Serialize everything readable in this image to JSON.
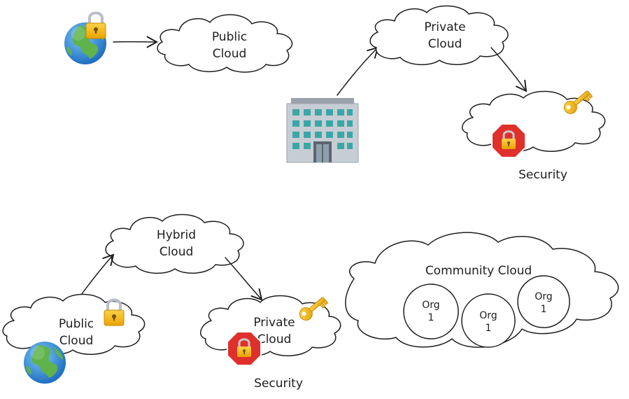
{
  "diagram": {
    "top_left": {
      "cloud_label_line1": "Public",
      "cloud_label_line2": "Cloud"
    },
    "top_right": {
      "cloud_label_line1": "Private",
      "cloud_label_line2": "Cloud",
      "security_label": "Security"
    },
    "bottom_left": {
      "hybrid_label_line1": "Hybrid",
      "hybrid_label_line2": "Cloud",
      "public_label_line1": "Public",
      "public_label_line2": "Cloud",
      "private_label_line1": "Private",
      "private_label_line2": "Cloud",
      "security_label": "Security"
    },
    "bottom_right": {
      "community_label": "Community Cloud",
      "orgs": [
        {
          "line1": "Org",
          "line2": "1"
        },
        {
          "line1": "Org",
          "line2": "1"
        },
        {
          "line1": "Org",
          "line2": "1"
        }
      ]
    }
  },
  "icons": [
    "globe-icon",
    "lock-icon",
    "building-icon",
    "key-icon",
    "stop-lock-icon"
  ]
}
